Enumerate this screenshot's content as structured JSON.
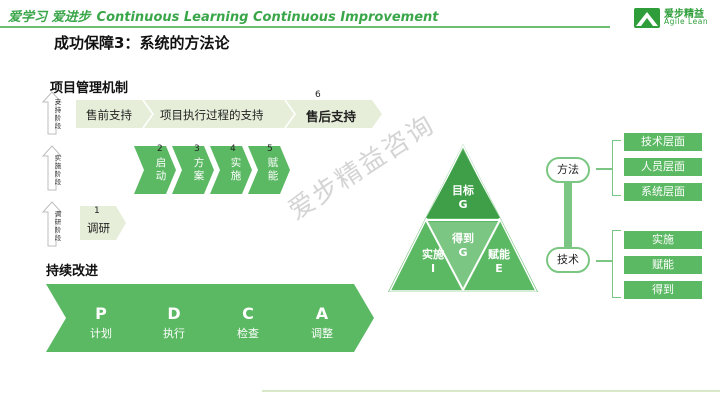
{
  "header": {
    "slogan_cn": "爱学习 爱进步",
    "slogan_en": "Continuous Learning Continuous Improvement",
    "logo_text": "爱步精益",
    "logo_sub": "Agile Lean"
  },
  "title": "成功保障3：系统的方法论",
  "project_mgmt": {
    "heading": "项目管理机制",
    "stages": {
      "support": "支持阶段",
      "implement": "实施阶段",
      "research": "调研阶段"
    },
    "support_steps": [
      "售前支持",
      "项目执行过程的支持",
      "售后支持"
    ],
    "support_num": "6",
    "impl_steps": [
      {
        "num": "2",
        "label": "启动"
      },
      {
        "num": "3",
        "label": "方案"
      },
      {
        "num": "4",
        "label": "实施"
      },
      {
        "num": "5",
        "label": "赋能"
      }
    ],
    "research_step": {
      "num": "1",
      "label": "调研"
    }
  },
  "pdca": {
    "heading": "持续改进",
    "steps": [
      {
        "letter": "P",
        "label": "计划"
      },
      {
        "letter": "D",
        "label": "执行"
      },
      {
        "letter": "C",
        "label": "检查"
      },
      {
        "letter": "A",
        "label": "调整"
      }
    ]
  },
  "watermark": "爱步精益咨询",
  "triangle": {
    "top": {
      "label": "目标",
      "letter": "G"
    },
    "center": {
      "label": "得到",
      "letter": "G"
    },
    "left": {
      "label": "实施",
      "letter": "I"
    },
    "right": {
      "label": "赋能",
      "letter": "E"
    }
  },
  "framework": {
    "method": "方法",
    "tech": "技术",
    "method_items": [
      "技术层面",
      "人员层面",
      "系统层面"
    ],
    "tech_items": [
      "实施",
      "赋能",
      "得到"
    ]
  },
  "colors": {
    "green": "#5bb863",
    "light_green": "#7bc682",
    "pale_green": "#e6eed9"
  }
}
